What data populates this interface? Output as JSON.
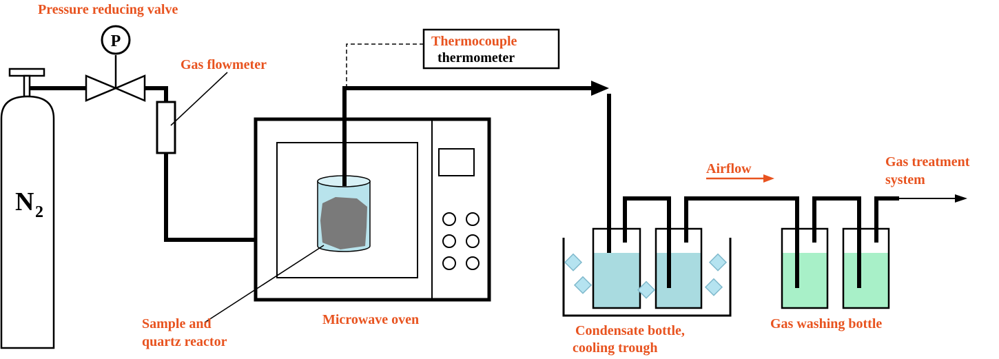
{
  "labels": {
    "pressure_valve": "Pressure reducing valve",
    "valve_symbol": "P",
    "flowmeter": "Gas flowmeter",
    "n2": "N",
    "n2_sub": "2",
    "thermocouple_line1": "Thermocouple",
    "thermocouple_line2": "thermometer",
    "sample_line1": "Sample and",
    "sample_line2": "quartz reactor",
    "oven": "Microwave oven",
    "airflow": "Airflow",
    "gas_treatment_line1": "Gas treatment",
    "gas_treatment_line2": "system",
    "condensate_line1": "Condensate bottle,",
    "condensate_line2": "cooling trough",
    "washing": "Gas washing bottle"
  },
  "colors": {
    "label": "#e8531f",
    "reactor_glass": "#b8e3ec",
    "sample": "#7a7a7a",
    "condensate_liquid": "#a9dbe0",
    "washing_liquid": "#a8f0c8",
    "ice": "#b5e3f0"
  }
}
